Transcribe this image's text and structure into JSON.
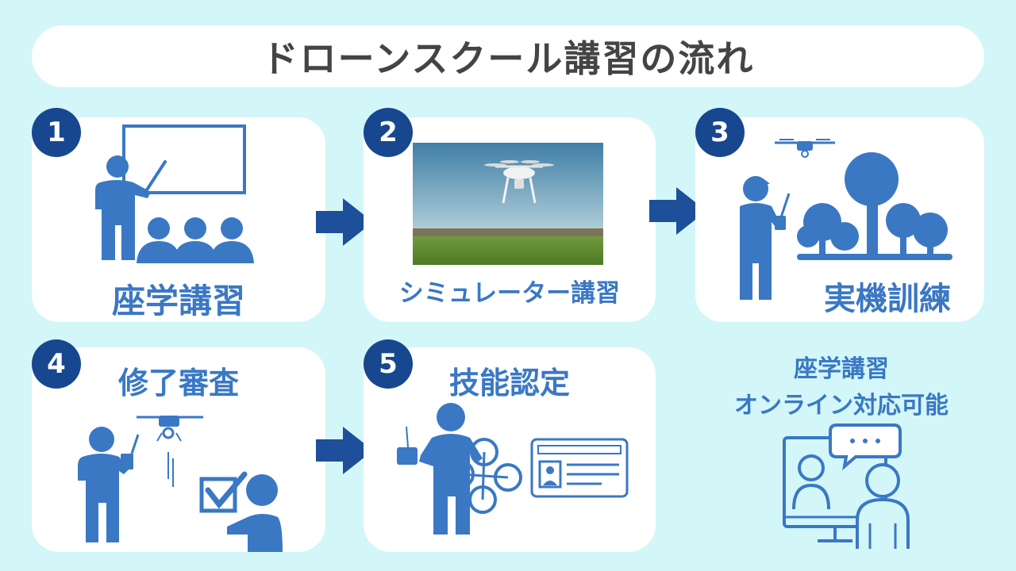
{
  "title": "ドローンスクール講習の流れ",
  "steps": [
    {
      "number": "1",
      "label": "座学講習"
    },
    {
      "number": "2",
      "label": "シミュレーター講習"
    },
    {
      "number": "3",
      "label": "実機訓練"
    },
    {
      "number": "4",
      "label": "修了審査"
    },
    {
      "number": "5",
      "label": "技能認定"
    }
  ],
  "note": {
    "line1": "座学講習",
    "line2": "オンライン対応可能"
  },
  "colors": {
    "background": "#d3f6f8",
    "badge": "#17478f",
    "accent": "#3a78c4",
    "arrow": "#1d4f9a",
    "title_text": "#444444"
  },
  "icons": {
    "step1": "lecture-teacher-icon",
    "step2": "drone-over-field-photo",
    "step3": "pilot-drone-trees-icon",
    "step4": "pilot-exam-check-icon",
    "step5": "pilot-license-card-icon",
    "note": "online-meeting-icon"
  }
}
